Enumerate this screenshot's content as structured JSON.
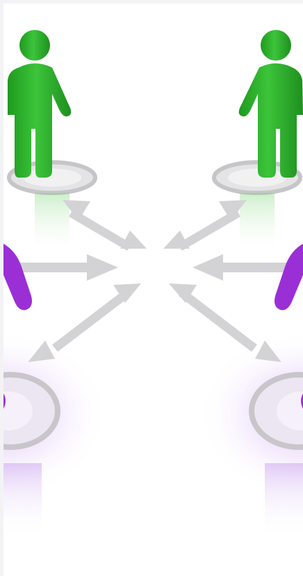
{
  "scene": {
    "subject": "network-connections-illustration",
    "figures": [
      {
        "name": "green-person-left",
        "color": "#2fb52d"
      },
      {
        "name": "green-person-right",
        "color": "#2fb52d"
      },
      {
        "name": "purple-person-left",
        "color": "#9b2fd6"
      },
      {
        "name": "purple-person-right",
        "color": "#9b2fd6"
      }
    ],
    "arrow_color": "#cfcfd2",
    "pedestal_color": "#c9c9cb",
    "glow_color": "#b57be8"
  }
}
